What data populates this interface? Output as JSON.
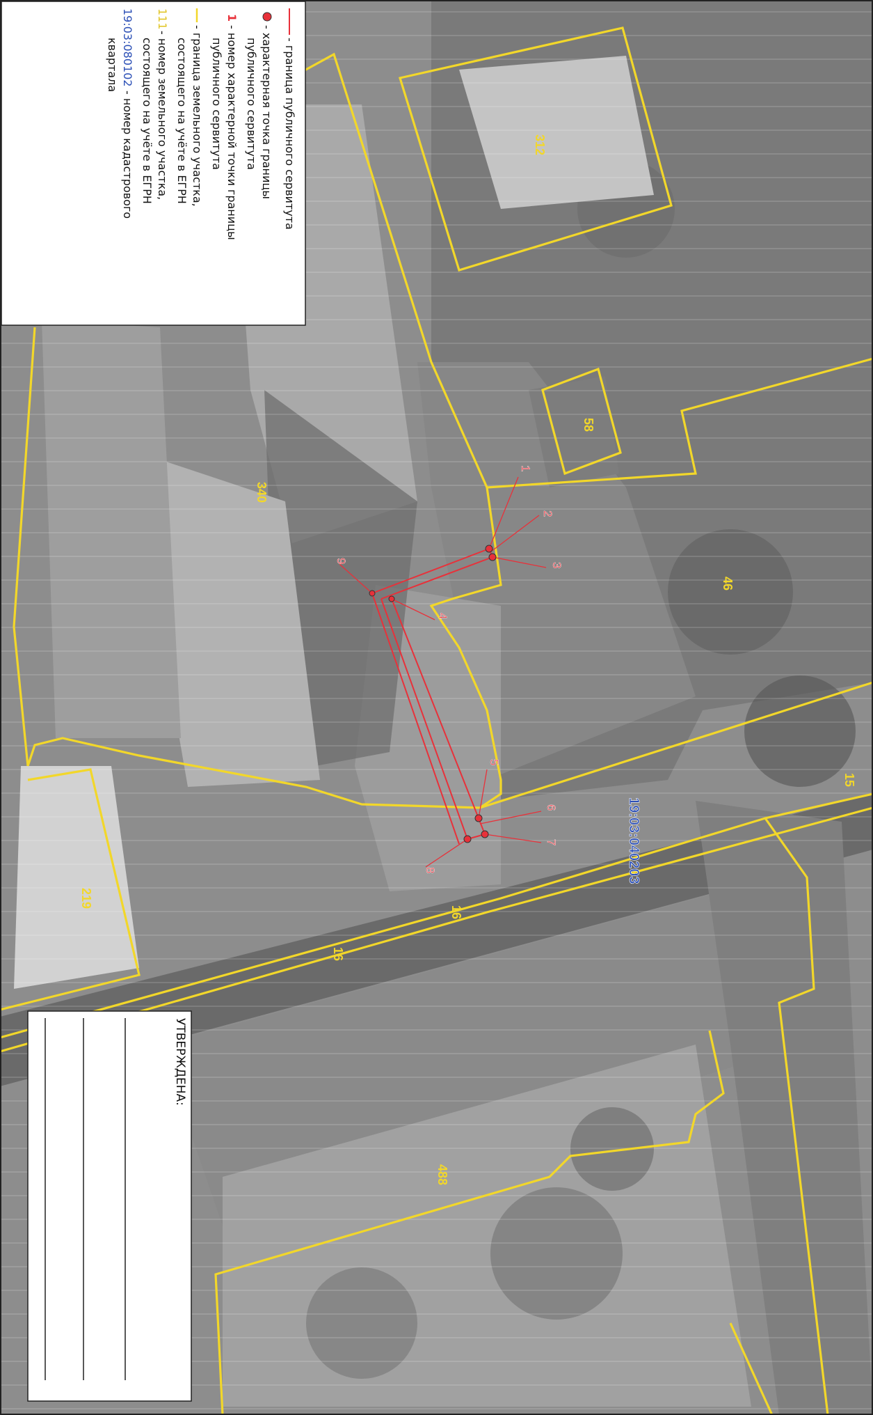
{
  "legend": {
    "entries": [
      {
        "symbol": "red-line",
        "text": "- граница публичного сервитута"
      },
      {
        "symbol": "red-dot",
        "lines": [
          "- характерная точка границы",
          "публичного сервитута"
        ]
      },
      {
        "symbol": "red-number",
        "sample": "1",
        "lines": [
          "- номер характерной точки границы",
          "публичного сервитута"
        ]
      },
      {
        "symbol": "yellow-line",
        "lines": [
          "- граница земельного участка,",
          "состоящего на учёте в ЕГРН"
        ]
      },
      {
        "symbol": "yellow-number",
        "sample": "111",
        "lines": [
          "- номер земельного участка,",
          "состоящего на учёте в ЕГРН"
        ]
      },
      {
        "symbol": "blue-number",
        "sample": "19:03:080102",
        "lines": [
          "- номер кадастрового",
          "квартала"
        ]
      }
    ]
  },
  "approval": {
    "title": "УТВЕРЖДЕНА:"
  },
  "map": {
    "quarter_label": "19:03:040203",
    "parcel_labels": [
      "312",
      "58",
      "46",
      "340",
      "15",
      "219",
      "488",
      "16",
      "16"
    ],
    "point_labels": [
      "1",
      "2",
      "3",
      "4",
      "5",
      "6",
      "7",
      "8",
      "9"
    ]
  },
  "colors": {
    "servitude": "#e8313a",
    "parcel": "#f2d72a",
    "quarter": "#2b4fb6"
  }
}
